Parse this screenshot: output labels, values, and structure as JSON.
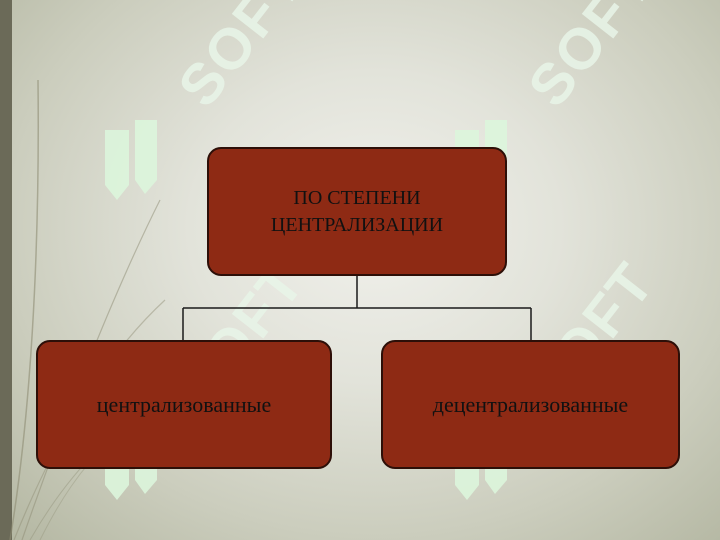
{
  "diagram": {
    "root": {
      "label": "ПО СТЕПЕНИ ЦЕНТРАЛИЗАЦИИ"
    },
    "children": [
      {
        "label": "централизованные"
      },
      {
        "label": "децентрализованные"
      }
    ]
  },
  "watermark": {
    "text": "SOFT"
  },
  "colors": {
    "box_fill": "#8e2a14",
    "box_border": "#2d0f08",
    "connector": "#1a1a1a",
    "left_bar": "#6b6a58",
    "watermark": "#e8f5e8"
  }
}
